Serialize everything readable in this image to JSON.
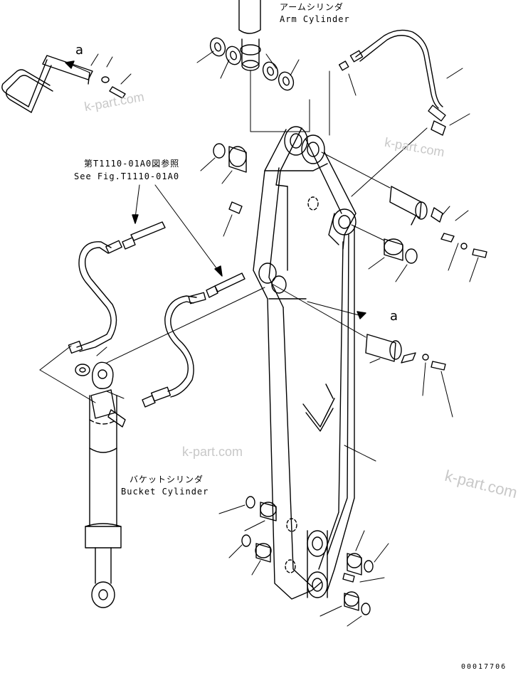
{
  "labels": {
    "arm_cylinder_jp": "アームシリンダ",
    "arm_cylinder_en": "Arm Cylinder",
    "ref_jp": "第T1110-01A0図参照",
    "ref_en": "See Fig.T1110-01A0",
    "bucket_cylinder_jp": "バケットシリンダ",
    "bucket_cylinder_en": "Bucket Cylinder",
    "ref_mark_top": "a",
    "ref_mark_mid": "a"
  },
  "watermarks": [
    "k-part.com",
    "k-part.com",
    "k-part.com",
    "k-part.com"
  ],
  "drawing_number": "00017706",
  "icons": [
    "arrow-icon"
  ]
}
